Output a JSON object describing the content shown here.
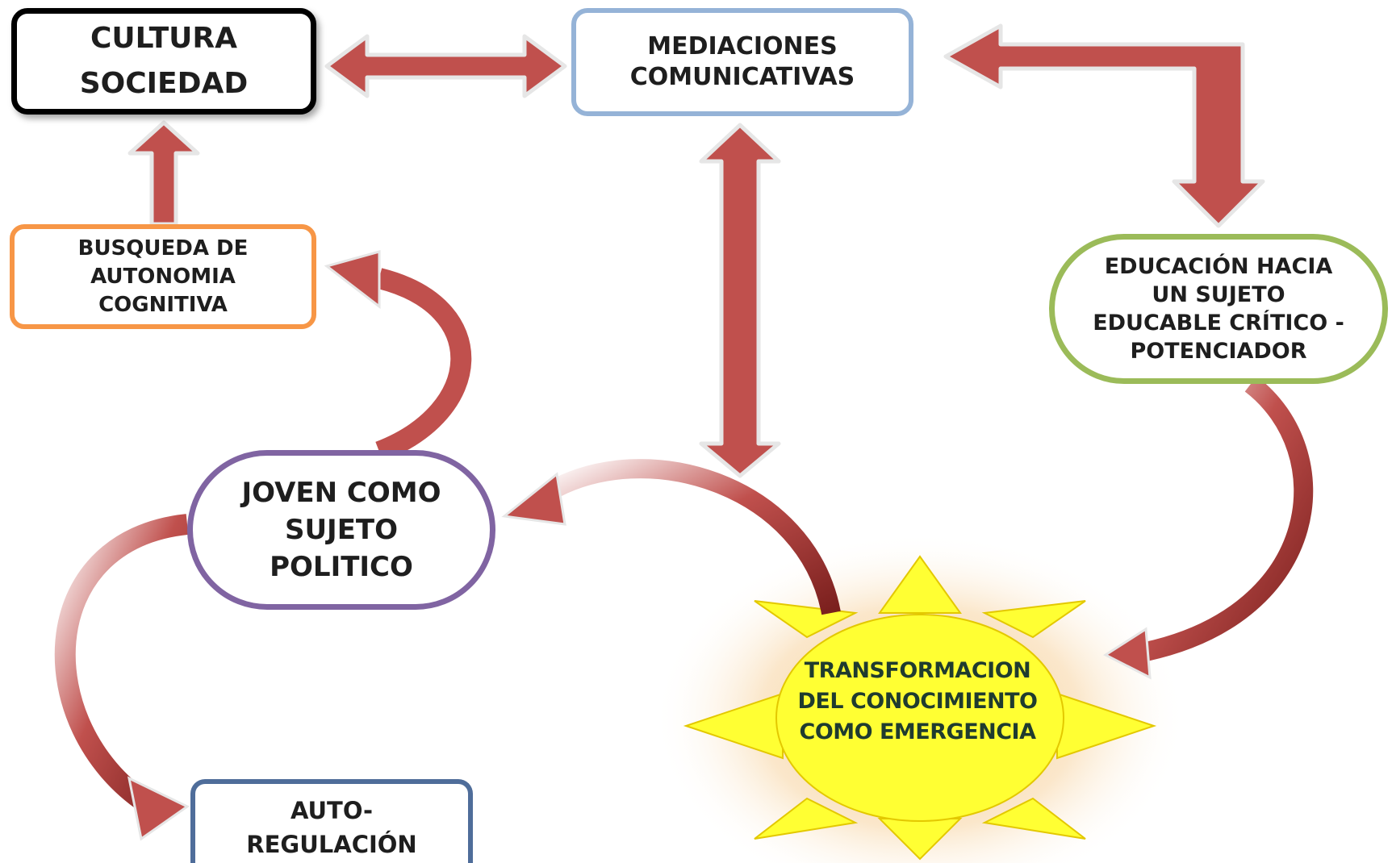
{
  "diagram": {
    "nodes": {
      "cultura": {
        "lines": [
          "CULTURA",
          "SOCIEDAD"
        ],
        "border_color": "#000000"
      },
      "mediaciones": {
        "lines": [
          "MEDIACIONES",
          "COMUNICATIVAS"
        ],
        "border_color": "#95b3d7"
      },
      "busqueda": {
        "lines": [
          "BUSQUEDA DE",
          "AUTONOMIA",
          "COGNITIVA"
        ],
        "border_color": "#f79646"
      },
      "educacion": {
        "lines": [
          "EDUCACIÓN HACIA",
          "UN SUJETO",
          "EDUCABLE CRÍTICO -",
          "POTENCIADOR"
        ],
        "border_color": "#9bbb59"
      },
      "joven": {
        "lines": [
          "JOVEN COMO",
          "SUJETO",
          "POLITICO"
        ],
        "border_color": "#8064a2"
      },
      "auto": {
        "lines": [
          "AUTO-",
          "REGULACIÓN"
        ],
        "border_color": "#4f6d9a"
      },
      "transformacion": {
        "lines": [
          "TRANSFORMACION",
          "DEL CONOCIMIENTO",
          "COMO EMERGENCIA"
        ],
        "fill_color": "#ffff33"
      }
    },
    "colors": {
      "arrow": "#c0504d",
      "arrow_outline": "#e6e6e6",
      "sun_glow": "#f6c07a"
    }
  }
}
